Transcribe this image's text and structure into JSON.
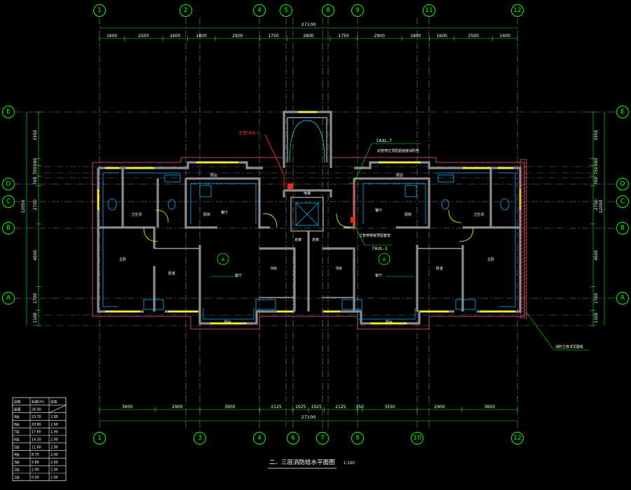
{
  "drawing": {
    "title": "二、三层消防给水平面图",
    "scale": "1:100",
    "total_dimension": "27100"
  },
  "axes": {
    "top": [
      "1",
      "2",
      "4",
      "5",
      "8",
      "9",
      "11",
      "12"
    ],
    "bottom": [
      "1",
      "3",
      "4",
      "6",
      "7",
      "9",
      "10",
      "12"
    ],
    "left": [
      "E",
      "D",
      "C",
      "B",
      "A"
    ],
    "right": [
      "E",
      "D",
      "C",
      "B",
      "A"
    ]
  },
  "dimensions": {
    "top_segments": [
      "1600",
      "2500",
      "1600",
      "1800",
      "2900",
      "1750",
      "2800",
      "1750",
      "2900",
      "1800",
      "1600",
      "2500",
      "1600"
    ],
    "bottom_segments": [
      "3600",
      "2900",
      "3900",
      "2125",
      "1025",
      "1025",
      "2125",
      "350",
      "3550",
      "2900",
      "3600"
    ],
    "left_segments": [
      "3350",
      "500",
      "750",
      "700",
      "2750",
      "4500",
      "1700",
      "1100"
    ],
    "left_total": "12050",
    "right_segments": [
      "3350",
      "500",
      "750",
      "700",
      "2750",
      "4500",
      "1700",
      "1100"
    ],
    "right_total": "12050"
  },
  "annotations": {
    "riser_top": "7AXL-7",
    "riser_bottom": "7AXL-1",
    "riser_note_top": "此管穿过顶层屋面接消防栓",
    "riser_note_bottom": "立管穿楼板预留套管",
    "red_note": "主管(AXL)",
    "section_marker": "A",
    "side_note": "消防立管详见图纸",
    "elevator_label": "电梯",
    "corridor_label": "走廊"
  },
  "rooms": {
    "living": "客厅",
    "master_bedroom": "主卧",
    "bedroom": "卧室",
    "kitchen": "厨房",
    "bath": "卫生间",
    "balcony": "阳台",
    "dining": "餐厅",
    "study": "书房"
  },
  "floor_table": {
    "headers": [
      "层数",
      "标高(m)",
      "层高"
    ],
    "rows": [
      [
        "屋面",
        "26.90",
        ""
      ],
      [
        "9层",
        "23.70",
        "2.90"
      ],
      [
        "8层",
        "20.80",
        "2.90"
      ],
      [
        "7层",
        "17.60",
        "2.90"
      ],
      [
        "6层",
        "14.50",
        "2.90"
      ],
      [
        "5层",
        "11.60",
        "2.90"
      ],
      [
        "4层",
        "8.70",
        "2.90"
      ],
      [
        "3层",
        "5.80",
        "2.90"
      ],
      [
        "2层",
        "2.90",
        "2.90"
      ],
      [
        "1层",
        "0.00",
        "2.90"
      ]
    ]
  },
  "colors": {
    "background": "#000000",
    "axis": "#00ff00",
    "wall": "#8c8c8c",
    "window": "#ffff00",
    "pipe": "#ff2020",
    "inner": "#00b4ff"
  }
}
